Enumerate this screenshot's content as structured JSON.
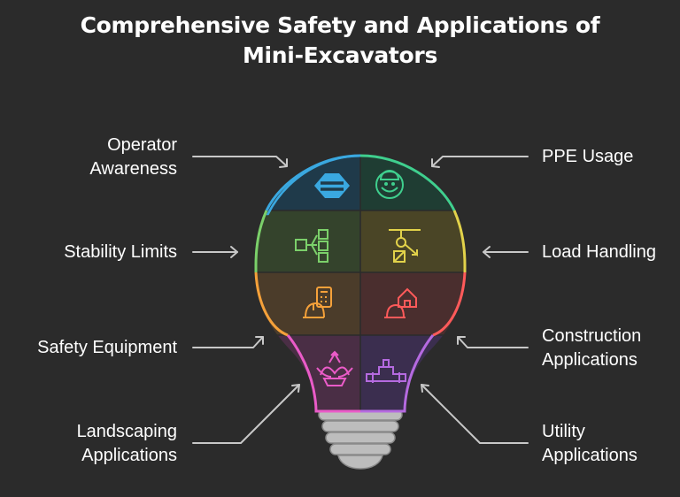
{
  "title": "Comprehensive Safety and Applications of Mini-Excavators",
  "colors": {
    "background": "#2b2b2b",
    "text": "#ffffff",
    "connector": "#c8c8c8",
    "operator_awareness": "#3aa8e0",
    "ppe_usage": "#3fcf8e",
    "stability_limits": "#7bd06a",
    "load_handling": "#e2d24a",
    "safety_equipment": "#f5a13a",
    "construction_applications": "#ff5a5a",
    "landscaping_applications": "#ea5bc8",
    "utility_applications": "#b56ae0"
  },
  "segments": {
    "operator_awareness": {
      "label": "Operator Awareness",
      "icon": "layers-icon"
    },
    "ppe_usage": {
      "label": "PPE Usage",
      "icon": "worker-mask-icon"
    },
    "stability_limits": {
      "label": "Stability Limits",
      "icon": "hierarchy-icon"
    },
    "load_handling": {
      "label": "Load Handling",
      "icon": "crane-hook-icon"
    },
    "safety_equipment": {
      "label": "Safety Equipment",
      "icon": "hardhat-calculator-icon"
    },
    "construction_applications": {
      "label": "Construction Applications",
      "icon": "hardhat-house-icon"
    },
    "landscaping_applications": {
      "label": "Landscaping Applications",
      "icon": "plant-icon"
    },
    "utility_applications": {
      "label": "Utility Applications",
      "icon": "pipe-icon"
    }
  }
}
